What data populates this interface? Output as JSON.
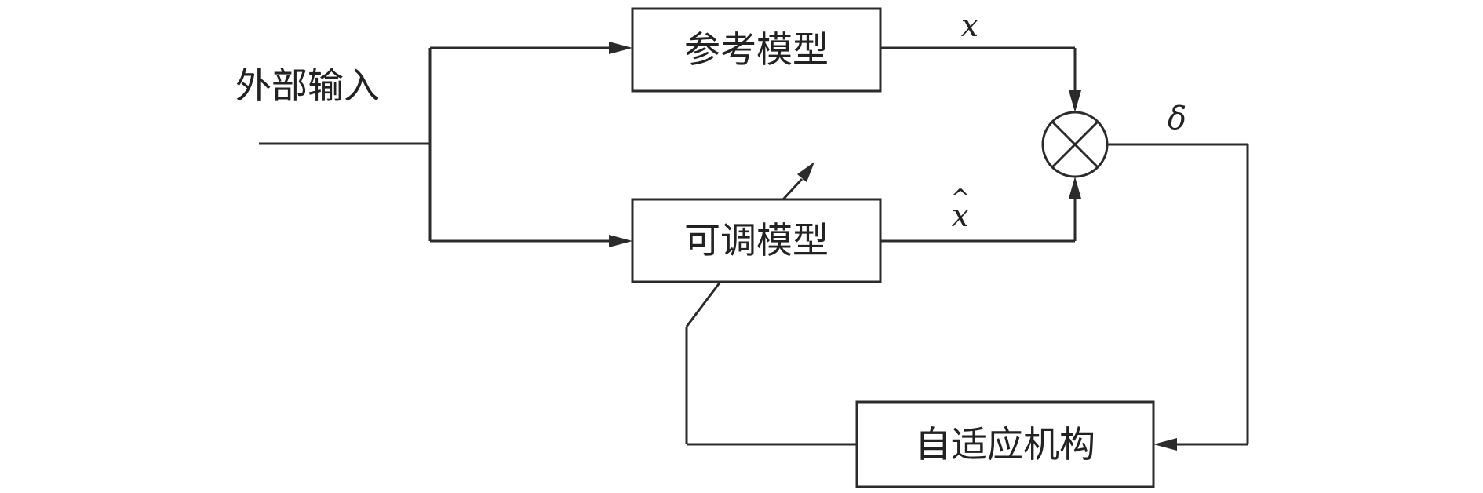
{
  "diagram": {
    "input_label": "外部输入",
    "blocks": {
      "reference_model": "参考模型",
      "adjustable_model": "可调模型",
      "adaptive_mechanism": "自适应机构"
    },
    "signals": {
      "reference_output": "x",
      "adjustable_output": "x",
      "adjustable_output_hat": "^",
      "error": "δ"
    },
    "colors": {
      "stroke": "#2b2b2b",
      "background": "#ffffff"
    }
  }
}
